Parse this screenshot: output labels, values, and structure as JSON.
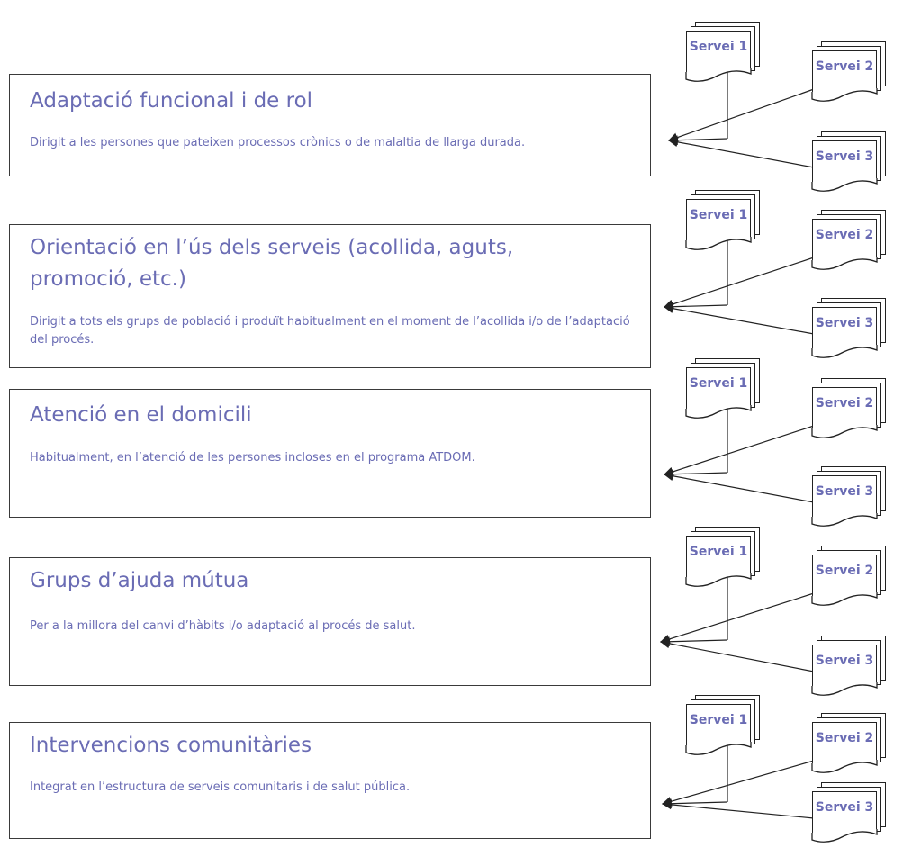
{
  "colors": {
    "text": "#6a6cb4",
    "border": "#3a3a3a",
    "connector": "#222222"
  },
  "sections": [
    {
      "title": "Adaptació funcional i de rol",
      "description": "Dirigit a les persones que pateixen processos crònics o de malaltia de llarga durada.",
      "services": [
        "Servei 1",
        "Servei 2",
        "Servei 3"
      ]
    },
    {
      "title": "Orientació en l’ús dels serveis (acollida, aguts, promoció, etc.)",
      "description": "Dirigit a tots els grups de població i produït habitualment en el moment de l’acollida i/o de l’adaptació del procés.",
      "services": [
        "Servei 1",
        "Servei 2",
        "Servei 3"
      ]
    },
    {
      "title": "Atenció en el domicili",
      "description": "Habitualment, en l’atenció de les persones incloses en el programa ATDOM.",
      "services": [
        "Servei 1",
        "Servei 2",
        "Servei 3"
      ]
    },
    {
      "title": "Grups d’ajuda mútua",
      "description": "Per a la millora del canvi d’hàbits i/o adaptació al procés de salut.",
      "services": [
        "Servei 1",
        "Servei 2",
        "Servei 3"
      ]
    },
    {
      "title": "Intervencions comunitàries",
      "description": "Integrat en l’estructura de serveis comunitaris i de salut pública.",
      "services": [
        "Servei 1",
        "Servei 2",
        "Servei 3"
      ]
    }
  ]
}
